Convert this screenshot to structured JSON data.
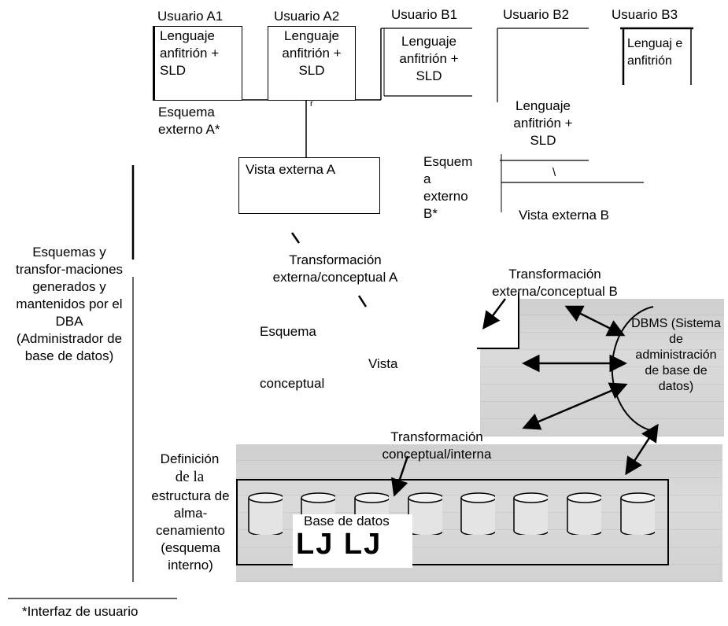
{
  "users": {
    "a1": "Usuario A1",
    "a2": "Usuario A2",
    "b1": "Usuario B1",
    "b2": "Usuario B2",
    "b3": "Usuario B3"
  },
  "host": {
    "a1": "Lenguaje anfitrión + SLD",
    "a2": "Lenguaje anfitrión + SLD",
    "b1": "Lenguaje anfitrión + SLD",
    "b2": "Lenguaje anfitrión + SLD",
    "b3": "Lenguaj e anfitrión"
  },
  "external_schema_a": "Esquema externo A*",
  "external_schema_b": "Esquem a externo B*",
  "external_view_a": "Vista externa A",
  "external_view_b": "Vista externa B",
  "mark_r": "r",
  "mark_backslash": "\\",
  "transform_a": "Transformación externa/conceptual A",
  "transform_b": "Transformación externa/conceptual B",
  "conceptual_schema_1": "Esquema",
  "conceptual_view": "Vista",
  "conceptual_schema_2": "conceptual",
  "dbms": "DBMS (Sistema de administración de base de datos)",
  "transform_internal": "Transformación conceptual/interna",
  "left_group": "Esquemas y transfor-maciones generados y mantenidos por el DBA (Administrador de base de datos)",
  "storage_def_1": "Definición",
  "storage_def_2": "de la",
  "storage_def_3": "estructura de alma-cenamiento (esquema interno)",
  "database_label": "Base de datos",
  "database_glyph": "LJ LJ",
  "footnote": "*Interfaz de usuario"
}
